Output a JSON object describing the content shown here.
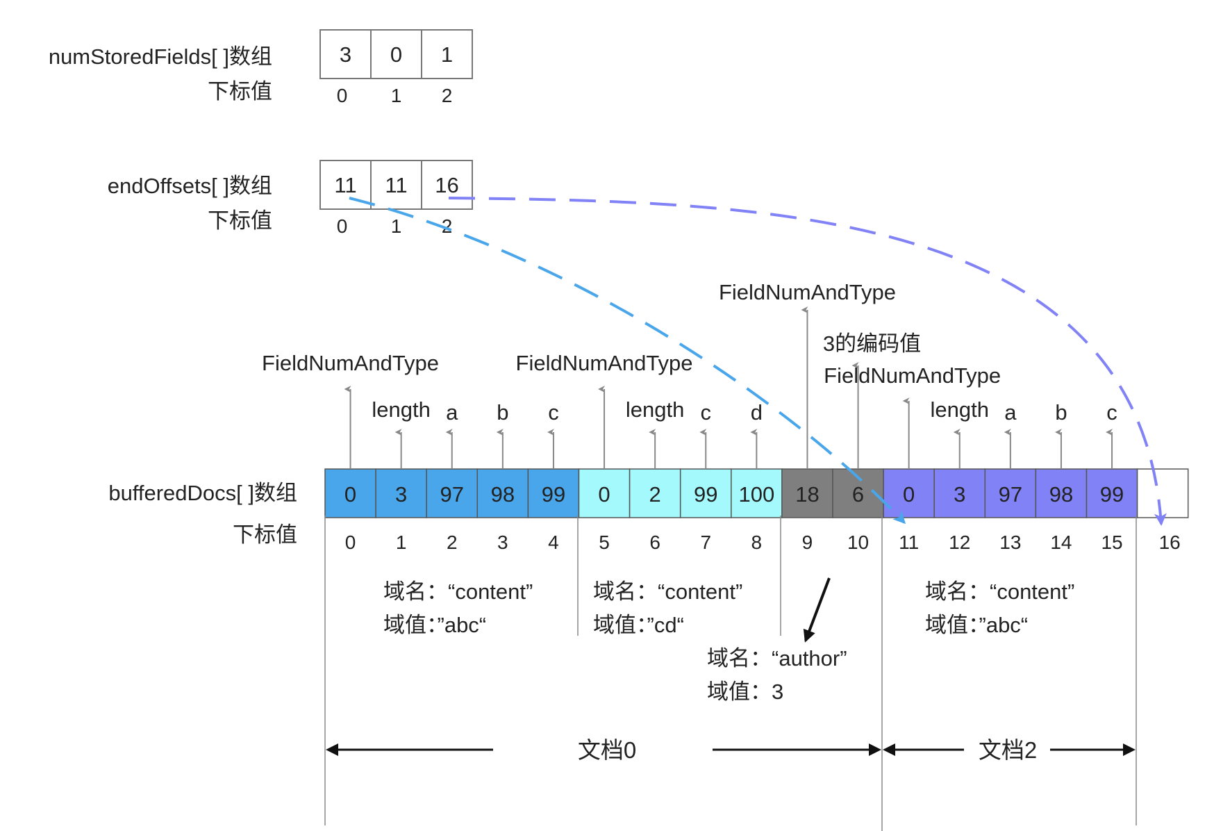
{
  "num_stored_fields": {
    "label": "numStoredFields[ ]数组",
    "index_label": "下标值",
    "values": [
      "3",
      "0",
      "1"
    ],
    "indices": [
      "0",
      "1",
      "2"
    ]
  },
  "end_offsets": {
    "label": "endOffsets[ ]数组",
    "index_label": "下标值",
    "values": [
      "11",
      "11",
      "16"
    ],
    "indices": [
      "0",
      "1",
      "2"
    ]
  },
  "buffered_docs": {
    "label": "bufferedDocs[ ]数组",
    "index_label": "下标值",
    "cells": [
      {
        "value": "0",
        "color": "#4aa6ea"
      },
      {
        "value": "3",
        "color": "#4aa6ea"
      },
      {
        "value": "97",
        "color": "#4aa6ea"
      },
      {
        "value": "98",
        "color": "#4aa6ea"
      },
      {
        "value": "99",
        "color": "#4aa6ea"
      },
      {
        "value": "0",
        "color": "#a3f9fb"
      },
      {
        "value": "2",
        "color": "#a3f9fb"
      },
      {
        "value": "99",
        "color": "#a3f9fb"
      },
      {
        "value": "100",
        "color": "#a3f9fb"
      },
      {
        "value": "18",
        "color": "#7f7f7f"
      },
      {
        "value": "6",
        "color": "#7f7f7f"
      },
      {
        "value": "0",
        "color": "#8082f6"
      },
      {
        "value": "3",
        "color": "#8082f6"
      },
      {
        "value": "97",
        "color": "#8082f6"
      },
      {
        "value": "98",
        "color": "#8082f6"
      },
      {
        "value": "99",
        "color": "#8082f6"
      },
      {
        "value": "",
        "color": "#ffffff"
      }
    ],
    "indices": [
      "0",
      "1",
      "2",
      "3",
      "4",
      "5",
      "6",
      "7",
      "8",
      "9",
      "10",
      "11",
      "12",
      "13",
      "14",
      "15",
      "16"
    ]
  },
  "annotations": [
    {
      "cell": 0,
      "text": "FieldNumAndType"
    },
    {
      "cell": 1,
      "text": "length"
    },
    {
      "cell": 2,
      "text": "a"
    },
    {
      "cell": 3,
      "text": "b"
    },
    {
      "cell": 4,
      "text": "c"
    },
    {
      "cell": 5,
      "text": "FieldNumAndType"
    },
    {
      "cell": 6,
      "text": "length"
    },
    {
      "cell": 7,
      "text": "c"
    },
    {
      "cell": 8,
      "text": "d"
    },
    {
      "cell": 9,
      "text": "FieldNumAndType"
    },
    {
      "cell": 10,
      "text": "3的编码值"
    },
    {
      "cell": 11,
      "text": "FieldNumAndType"
    },
    {
      "cell": 12,
      "text": "length"
    },
    {
      "cell": 13,
      "text": "a"
    },
    {
      "cell": 14,
      "text": "b"
    },
    {
      "cell": 15,
      "text": "c"
    }
  ],
  "fields": [
    {
      "name_line": "域名：“content”",
      "value_line": "域值：”abc“"
    },
    {
      "name_line": "域名：“content”",
      "value_line": "域值：”cd“"
    },
    {
      "name_line": "域名：“author”",
      "value_line": "域值：3"
    },
    {
      "name_line": "域名：“content”",
      "value_line": "域值：”abc“"
    }
  ],
  "documents": [
    {
      "label": "文档0"
    },
    {
      "label": "文档2"
    }
  ],
  "colors": {
    "arrow_blue": "#4aa6ea",
    "arrow_purple": "#8082f6",
    "grid_line": "#888888",
    "cell_border": "#555555"
  }
}
